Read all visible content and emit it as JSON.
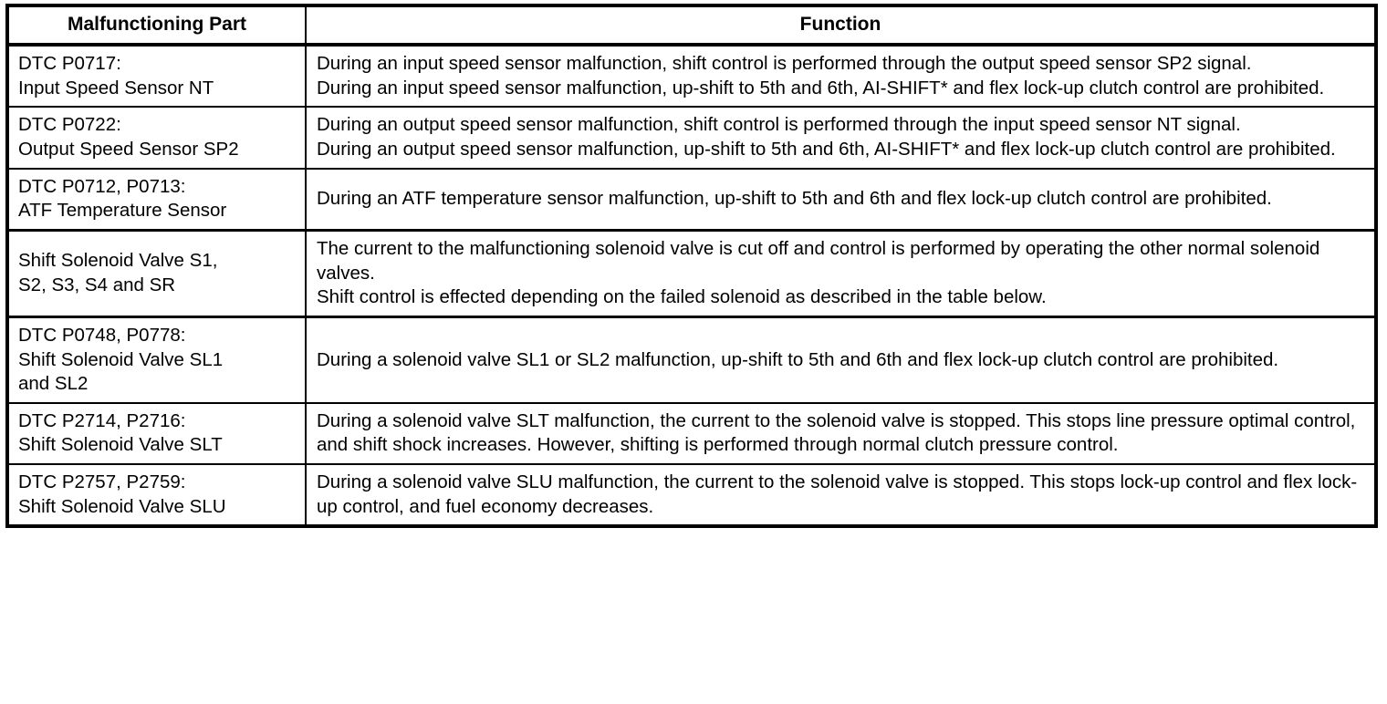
{
  "table": {
    "name": "fail-safe-function-table",
    "columns": [
      {
        "key": "part",
        "header": "Malfunctioning Part"
      },
      {
        "key": "function",
        "header": "Function"
      }
    ],
    "rows": [
      {
        "part": "DTC P0717:\nInput Speed Sensor NT",
        "function": "During an input speed sensor malfunction, shift control is performed through the output speed sensor SP2 signal.\nDuring an input speed sensor malfunction, up-shift to 5th and 6th, AI-SHIFT* and flex lock-up clutch control are prohibited."
      },
      {
        "part": "DTC P0722:\nOutput Speed Sensor SP2",
        "function": "During an output speed sensor malfunction, shift control is performed through the input speed sensor NT signal.\nDuring an output speed sensor malfunction, up-shift to 5th and 6th, AI-SHIFT* and flex lock-up clutch control are prohibited."
      },
      {
        "part": "DTC P0712, P0713:\nATF Temperature Sensor",
        "function": "During an ATF temperature sensor malfunction, up-shift to 5th and 6th and flex lock-up clutch control are prohibited."
      },
      {
        "part": "Shift Solenoid Valve S1,\nS2, S3, S4 and SR",
        "function": "The current to the malfunctioning solenoid valve is cut off and control is performed by operating the other normal solenoid valves.\nShift control is effected depending on the failed solenoid as described in the table below."
      },
      {
        "part": "DTC P0748, P0778:\nShift Solenoid Valve SL1\nand SL2",
        "function": "During a solenoid valve SL1 or SL2 malfunction, up-shift to 5th and 6th and flex lock-up clutch control are prohibited."
      },
      {
        "part": "DTC P2714, P2716:\nShift Solenoid Valve SLT",
        "function": "During a solenoid valve SLT malfunction, the current to the solenoid valve is stopped. This stops line pressure optimal control, and shift shock increases. However, shifting is performed through normal clutch pressure control."
      },
      {
        "part": "DTC P2757, P2759:\nShift Solenoid Valve SLU",
        "function": "During a solenoid valve SLU malfunction, the current to the solenoid valve is stopped. This stops lock-up control and flex lock-up control, and fuel economy decreases."
      }
    ]
  },
  "style": {
    "border_color": "#000000",
    "text_color": "#000000",
    "background": "#ffffff"
  }
}
